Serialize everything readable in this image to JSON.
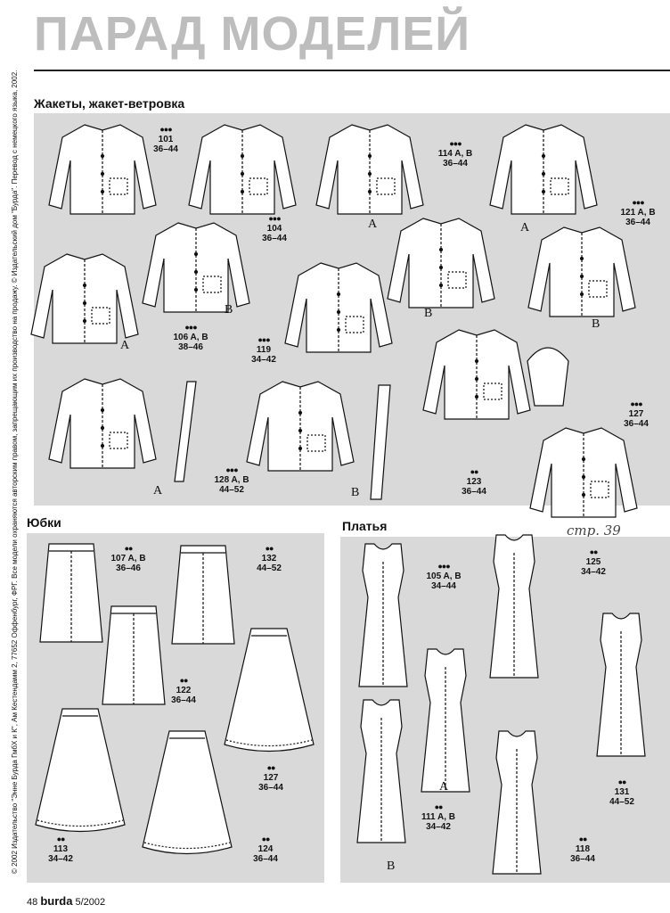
{
  "header": {
    "title": "ПАРАД МОДЕЛЕЙ"
  },
  "sidebar": {
    "copyright": "© 2002 Издательство \"Энне Бурда ГмбХ и К\", Ам Кестендамм 2, 77652 Оффенбург, ФРГ. Все модели охраняются авторским правом, запрещающим их производство на продажу. © Издательский дом \"Бурда\". Перевод с немецкого языка, 2002."
  },
  "sections": {
    "jackets": {
      "title": "Жакеты, жакет-ветровка"
    },
    "skirts": {
      "title": "Юбки"
    },
    "dresses": {
      "title": "Платья"
    }
  },
  "handwritten_note": "стр. 39",
  "jackets": [
    {
      "id": "101",
      "dots": "●●●",
      "num": "101",
      "size": "36–44"
    },
    {
      "id": "104",
      "dots": "●●●",
      "num": "104",
      "size": "36–44"
    },
    {
      "id": "114",
      "dots": "●●●",
      "num": "114 A, B",
      "size": "36–44"
    },
    {
      "id": "121",
      "dots": "●●●",
      "num": "121 A, B",
      "size": "36–44"
    },
    {
      "id": "106",
      "dots": "●●●",
      "num": "106 A, B",
      "size": "38–46"
    },
    {
      "id": "119",
      "dots": "●●●",
      "num": "119",
      "size": "34–42"
    },
    {
      "id": "128",
      "dots": "●●●",
      "num": "128 A, B",
      "size": "44–52"
    },
    {
      "id": "123",
      "dots": "●●",
      "num": "123",
      "size": "36–44"
    },
    {
      "id": "127",
      "dots": "●●●",
      "num": "127",
      "size": "36–44"
    }
  ],
  "skirts": [
    {
      "id": "107",
      "dots": "●●",
      "num": "107 A, B",
      "size": "36–46"
    },
    {
      "id": "132",
      "dots": "●●",
      "num": "132",
      "size": "44–52"
    },
    {
      "id": "122",
      "dots": "●●",
      "num": "122",
      "size": "36–44"
    },
    {
      "id": "127s",
      "dots": "●●",
      "num": "127",
      "size": "36–44"
    },
    {
      "id": "113",
      "dots": "●●",
      "num": "113",
      "size": "34–42"
    },
    {
      "id": "124",
      "dots": "●●",
      "num": "124",
      "size": "36–44"
    }
  ],
  "dresses": [
    {
      "id": "105",
      "dots": "●●●",
      "num": "105 A, B",
      "size": "34–44"
    },
    {
      "id": "125",
      "dots": "●●",
      "num": "125",
      "size": "34–42"
    },
    {
      "id": "111",
      "dots": "●●",
      "num": "111 A, B",
      "size": "34–42"
    },
    {
      "id": "131",
      "dots": "●●",
      "num": "131",
      "size": "44–52"
    },
    {
      "id": "118",
      "dots": "●●",
      "num": "118",
      "size": "36–44"
    }
  ],
  "variant_letters": {
    "a": "A",
    "b": "B"
  },
  "footer": {
    "page": "48",
    "brand": "burda",
    "issue": "5/2002"
  }
}
